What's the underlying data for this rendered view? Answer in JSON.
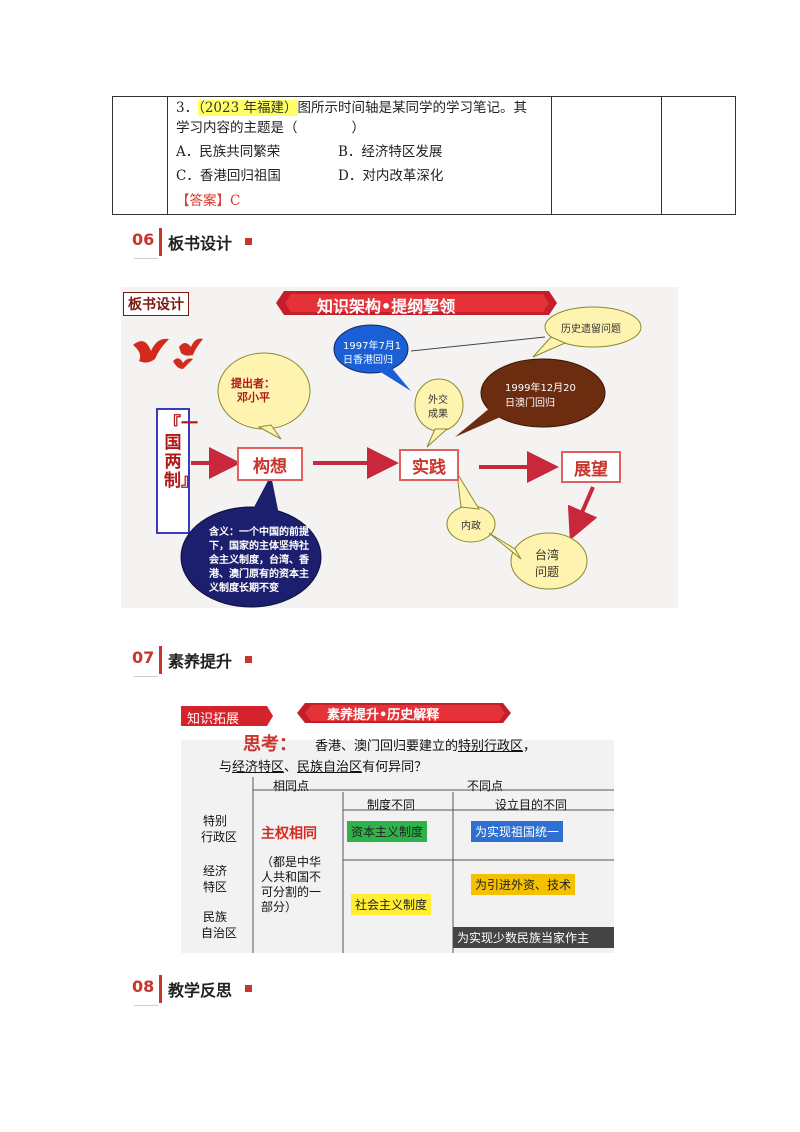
{
  "question": {
    "number": "3．",
    "source": "（2023 年福建）",
    "stem_1": "图所示时间轴是某同学的学习笔记。其",
    "stem_2": "学习内容的主题是（　　　　）",
    "option_a": "A．民族共同繁荣",
    "option_b": "B．经济特区发展",
    "option_c": "C．香港回归祖国",
    "option_d": "D．对内改革深化",
    "answer": "【答案】C"
  },
  "sections": [
    {
      "num": "06",
      "title": "板书设计"
    },
    {
      "num": "07",
      "title": "素养提升"
    },
    {
      "num": "08",
      "title": "教学反思"
    }
  ],
  "board": {
    "corner_label": "板书设计",
    "banner": "知识架构•提纲挈领",
    "vertical_title": "『一国两制』",
    "proposer_1": "提出者：",
    "proposer_2": "邓小平",
    "concept": "构想",
    "practice": "实践",
    "outlook": "展望",
    "hk_1": "1997年7月1",
    "hk_2": "日香港回归",
    "history_issue": "历史遗留问题",
    "macau_1": "1999年12月20",
    "macau_2": "日澳门回归",
    "diplomacy_1": "外交",
    "diplomacy_2": "成果",
    "domestic": "内政",
    "taiwan_1": "台湾",
    "taiwan_2": "问题",
    "meaning_1": "含义：一个中国的前提",
    "meaning_2": "下，国家的主体坚持社",
    "meaning_3": "会主义制度，台湾、香",
    "meaning_4": "港、澳门原有的资本主",
    "meaning_5": "义制度长期不变"
  },
  "literacy": {
    "tag": "知识拓展",
    "banner": "素养提升•历史解释",
    "think_label": "思考：",
    "q_line1_pre": "香港、澳门回归要建立的",
    "q_line1_u": "特别行政区",
    "q_line1_end": "，",
    "q_line2_pre": "与",
    "q_line2_u1": "经济特区",
    "q_line2_sep": "、",
    "q_line2_u2": "民族自治区",
    "q_line2_end": "有何异同？",
    "col_same": "相同点",
    "col_diff": "不同点",
    "col_system": "制度不同",
    "col_purpose": "设立目的不同",
    "row1_a": "特别",
    "row1_b": "行政区",
    "row2_a": "经济",
    "row2_b": "特区",
    "row3_a": "民族",
    "row3_b": "自治区",
    "sovereignty": "主权相同",
    "note_1": "（都是中华",
    "note_2": "人共和国不",
    "note_3": "可分割的一",
    "note_4": "部分）",
    "capitalist": "资本主义制度",
    "socialist": "社会主义制度",
    "purpose_1": "为实现祖国统一",
    "purpose_2": "为引进外资、技术",
    "purpose_3": "为实现少数民族当家作主"
  },
  "colors": {
    "accent": "#c8352c",
    "highlight": "#ffff66",
    "navy": "#1c1f6e",
    "brown": "#6b2c10"
  }
}
